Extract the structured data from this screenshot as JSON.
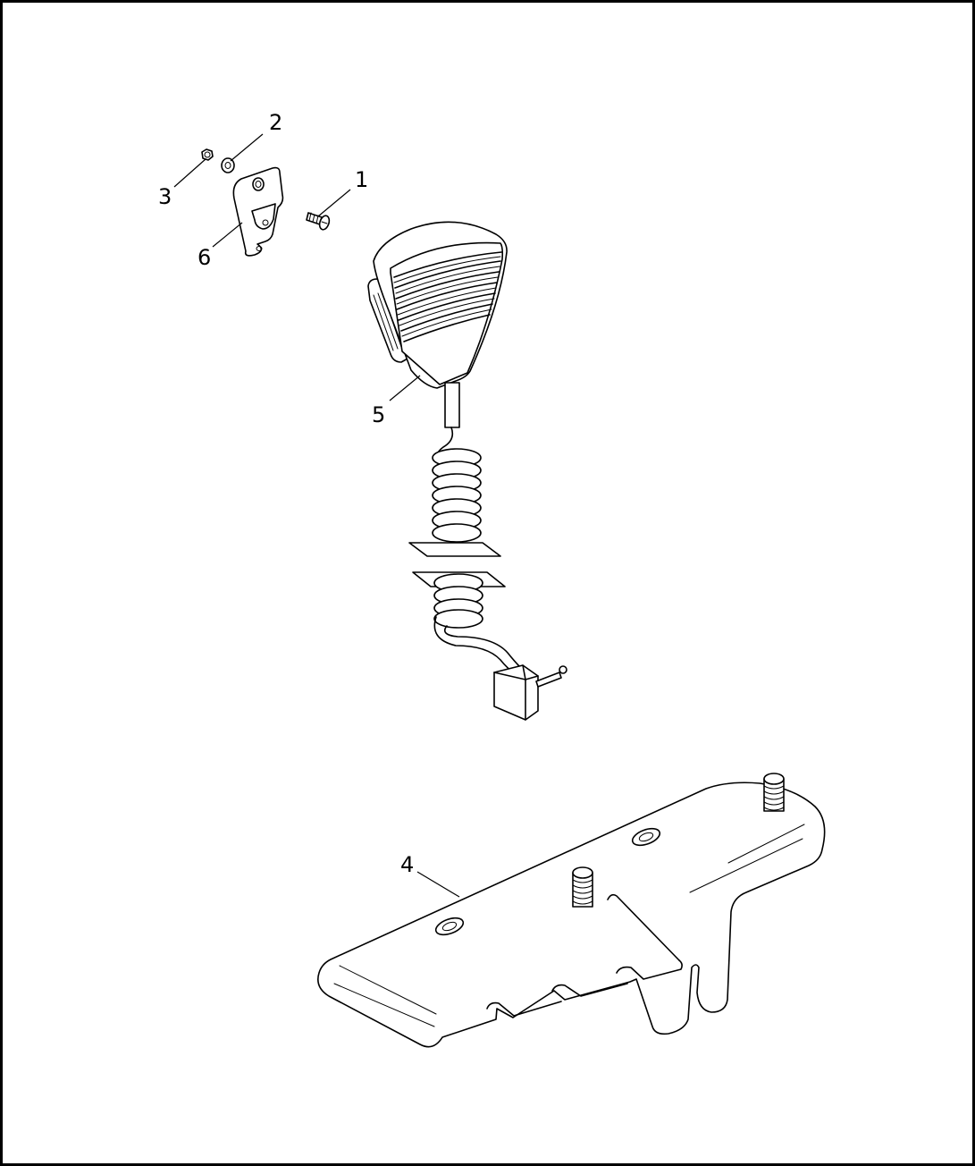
{
  "callouts": [
    {
      "id": "callout-1",
      "label": "1",
      "part": "screw"
    },
    {
      "id": "callout-2",
      "label": "2",
      "part": "washer"
    },
    {
      "id": "callout-3",
      "label": "3",
      "part": "nut"
    },
    {
      "id": "callout-4",
      "label": "4",
      "part": "mounting-bracket-plate"
    },
    {
      "id": "callout-5",
      "label": "5",
      "part": "microphone"
    },
    {
      "id": "callout-6",
      "label": "6",
      "part": "microphone-hanger-clip"
    }
  ],
  "colors": {
    "line": "#000000",
    "background": "#ffffff"
  }
}
